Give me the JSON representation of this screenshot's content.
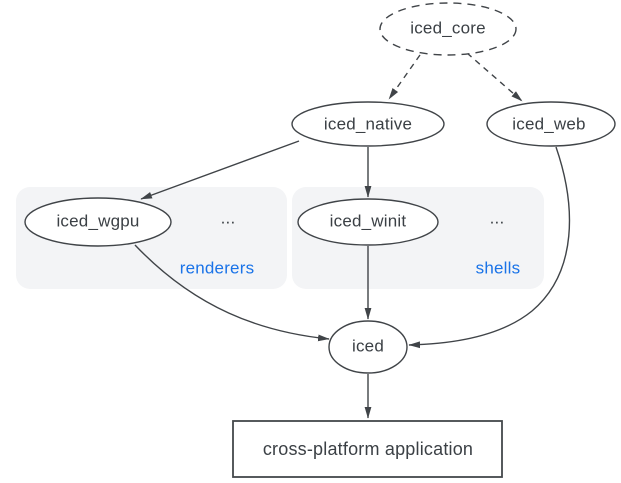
{
  "diagram": {
    "nodes": {
      "iced_core": "iced_core",
      "iced_native": "iced_native",
      "iced_web": "iced_web",
      "iced_wgpu": "iced_wgpu",
      "iced_winit": "iced_winit",
      "iced": "iced",
      "application": "cross-platform application"
    },
    "groups": {
      "renderers": {
        "label": "renderers",
        "ellipsis": "..."
      },
      "shells": {
        "label": "shells",
        "ellipsis": "..."
      }
    },
    "edges": [
      {
        "from": "iced_core",
        "to": "iced_native",
        "style": "dashed"
      },
      {
        "from": "iced_core",
        "to": "iced_web",
        "style": "dashed"
      },
      {
        "from": "iced_native",
        "to": "iced_wgpu",
        "style": "solid"
      },
      {
        "from": "iced_native",
        "to": "iced_winit",
        "style": "solid"
      },
      {
        "from": "iced_wgpu",
        "to": "iced",
        "style": "solid"
      },
      {
        "from": "iced_winit",
        "to": "iced",
        "style": "solid"
      },
      {
        "from": "iced_web",
        "to": "iced",
        "style": "solid"
      },
      {
        "from": "iced",
        "to": "cross-platform application",
        "style": "solid"
      }
    ],
    "colors": {
      "stroke": "#404448",
      "node_text": "#3b4045",
      "group_fill": "#f3f4f6",
      "group_label": "#1a73e8",
      "background": "#ffffff"
    }
  }
}
